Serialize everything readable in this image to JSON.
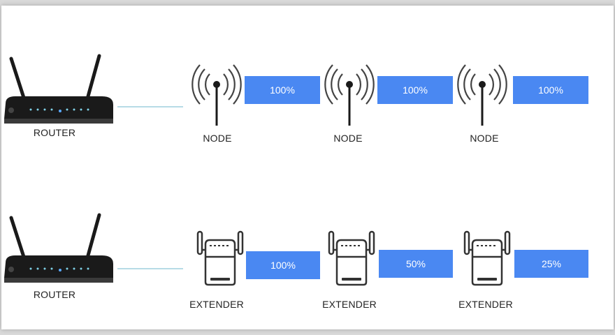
{
  "colors": {
    "bar": "#4a88f2",
    "wire": "#b7dbe6",
    "device": "#1a1a1a"
  },
  "mesh_row": {
    "router_label": "ROUTER",
    "devices": [
      {
        "label": "NODE",
        "signal": "100%"
      },
      {
        "label": "NODE",
        "signal": "100%"
      },
      {
        "label": "NODE",
        "signal": "100%"
      }
    ]
  },
  "extender_row": {
    "router_label": "ROUTER",
    "devices": [
      {
        "label": "EXTENDER",
        "signal": "100%"
      },
      {
        "label": "EXTENDER",
        "signal": "50%"
      },
      {
        "label": "EXTENDER",
        "signal": "25%"
      }
    ]
  },
  "icons": {
    "router": "wifi-router-icon",
    "node": "antenna-broadcast-icon",
    "extender": "wifi-extender-icon"
  }
}
